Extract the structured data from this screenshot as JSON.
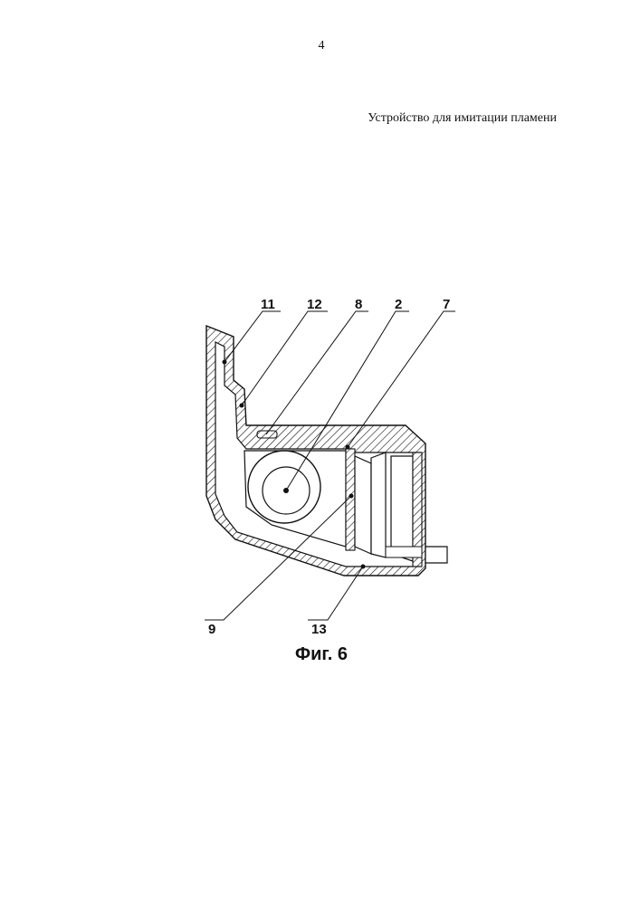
{
  "header": {
    "page_number": "4",
    "title": "Устройство для имитации пламени"
  },
  "figure": {
    "callouts": {
      "c11": "11",
      "c12": "12",
      "c8": "8",
      "c2": "2",
      "c7": "7",
      "c9": "9",
      "c13": "13"
    },
    "caption": "Фиг. 6"
  }
}
